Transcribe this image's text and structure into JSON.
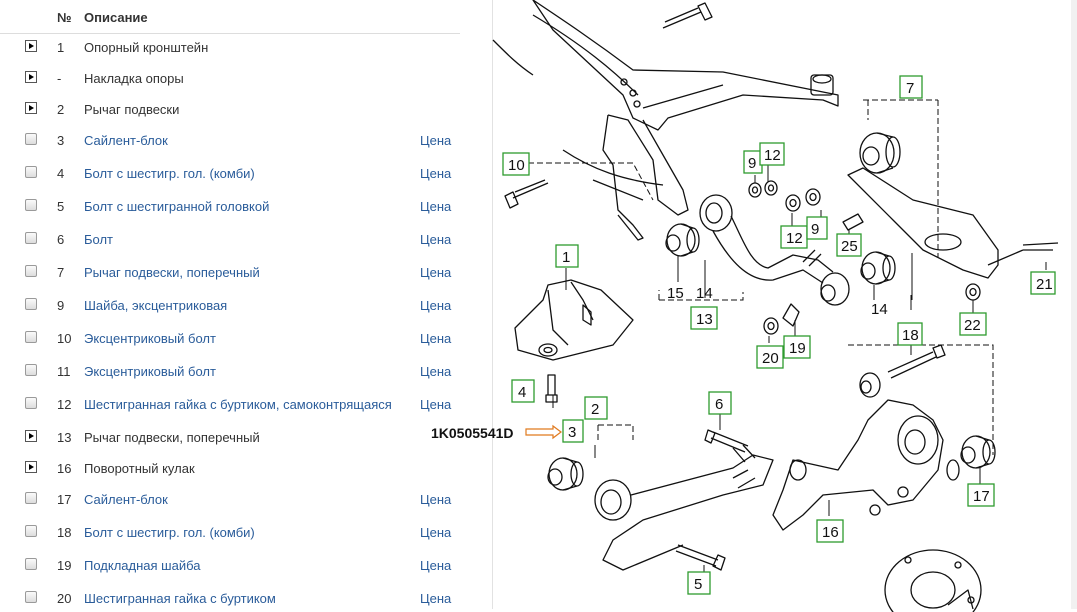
{
  "table": {
    "header": {
      "num": "№",
      "desc": "Описание"
    },
    "price_label": "Цена",
    "rows": [
      {
        "num": "1",
        "desc": "Опорный кронштейн",
        "type": "group"
      },
      {
        "num": "-",
        "desc": "Накладка опоры",
        "type": "group"
      },
      {
        "num": "2",
        "desc": "Рычаг подвески",
        "type": "group"
      },
      {
        "num": "3",
        "desc": "Сайлент-блок",
        "type": "item"
      },
      {
        "num": "4",
        "desc": "Болт с шестигр. гол. (комби)",
        "type": "item"
      },
      {
        "num": "5",
        "desc": "Болт с шестигранной головкой",
        "type": "item"
      },
      {
        "num": "6",
        "desc": "Болт",
        "type": "item"
      },
      {
        "num": "7",
        "desc": "Рычаг подвески, поперечный",
        "type": "item"
      },
      {
        "num": "9",
        "desc": "Шайба, эксцентриковая",
        "type": "item"
      },
      {
        "num": "10",
        "desc": "Эксцентриковый болт",
        "type": "item"
      },
      {
        "num": "11",
        "desc": "Эксцентриковый болт",
        "type": "item"
      },
      {
        "num": "12",
        "desc": "Шестигранная гайка с буртиком, самоконтрящаяся",
        "type": "item"
      },
      {
        "num": "13",
        "desc": "Рычаг подвески, поперечный",
        "type": "group"
      },
      {
        "num": "16",
        "desc": "Поворотный кулак",
        "type": "group"
      },
      {
        "num": "17",
        "desc": "Сайлент-блок",
        "type": "item"
      },
      {
        "num": "18",
        "desc": "Болт с шестигр. гол. (комби)",
        "type": "item"
      },
      {
        "num": "19",
        "desc": "Подкладная шайба",
        "type": "item"
      },
      {
        "num": "20",
        "desc": "Шестигранная гайка с буртиком",
        "type": "item"
      }
    ]
  },
  "diagram": {
    "part_number": "1K0505541D",
    "callouts": [
      "7",
      "10",
      "9",
      "12",
      "12",
      "9",
      "25",
      "1",
      "15",
      "14",
      "13",
      "14",
      "21",
      "22",
      "18",
      "20",
      "19",
      "4",
      "2",
      "6",
      "3",
      "17",
      "16",
      "5"
    ],
    "colors": {
      "callout_border": "#2e9b2e",
      "arrow": "#e07a1f",
      "line": "#111111"
    }
  }
}
